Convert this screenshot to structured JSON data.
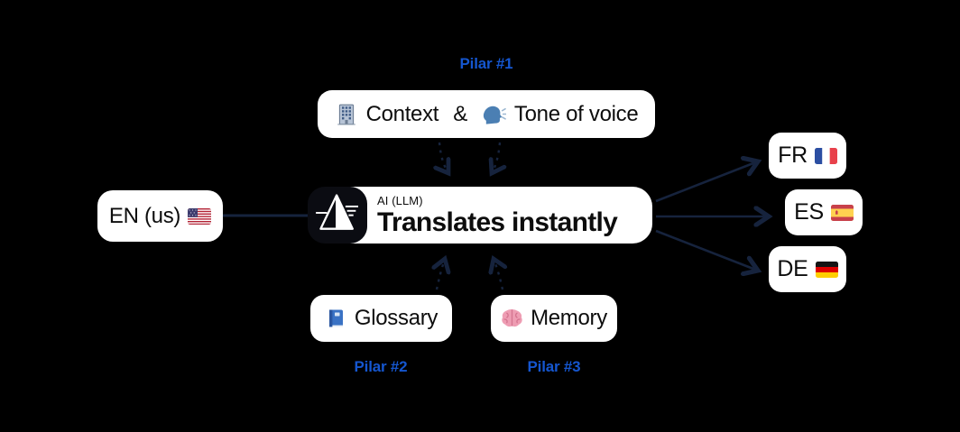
{
  "colors": {
    "background": "#000000",
    "card": "#ffffff",
    "card_text": "#0d0d0d",
    "connector": "#16233d",
    "pillar_label": "#1556cf",
    "engine_badge_bg": "#0b0c12",
    "prism_icon": "#ffffff"
  },
  "pillar1": {
    "label": "Pilar #1",
    "context": "Context",
    "ampersand": "&",
    "tone": "Tone of voice"
  },
  "source": {
    "label": "EN (us)"
  },
  "engine": {
    "kicker": "AI (LLM)",
    "title": "Translates instantly"
  },
  "pillar2": {
    "label": "Pilar #2",
    "name": "Glossary"
  },
  "pillar3": {
    "label": "Pilar #3",
    "name": "Memory"
  },
  "targets": [
    {
      "label": "FR",
      "flag": "france-flag"
    },
    {
      "label": "ES",
      "flag": "spain-flag"
    },
    {
      "label": "DE",
      "flag": "germany-flag"
    }
  ],
  "icons": {
    "engine_logo": "prism-logo-icon",
    "context": "office-building-icon",
    "tone": "speaking-head-icon",
    "source_flag": "us-flag-icon",
    "glossary": "blue-book-icon",
    "memory": "brain-icon"
  }
}
